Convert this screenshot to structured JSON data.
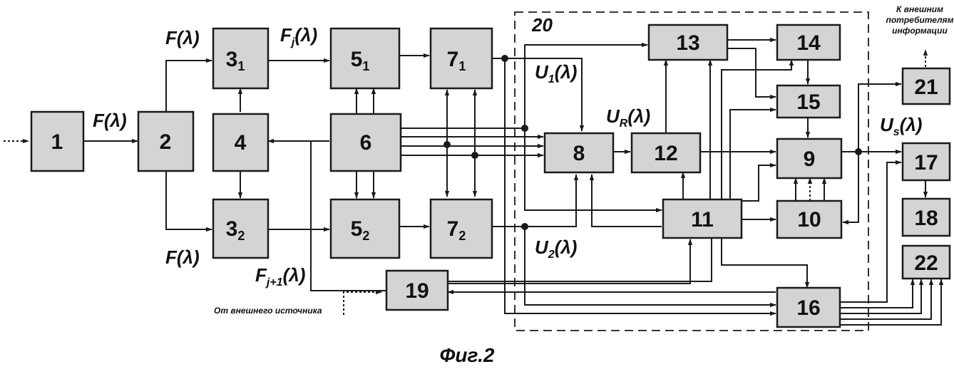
{
  "blocks": {
    "b1": {
      "num": "1"
    },
    "b2": {
      "num": "2"
    },
    "b3_1": {
      "num": "3",
      "sub": "1"
    },
    "b3_2": {
      "num": "3",
      "sub": "2"
    },
    "b4": {
      "num": "4"
    },
    "b5_1": {
      "num": "5",
      "sub": "1"
    },
    "b5_2": {
      "num": "5",
      "sub": "2"
    },
    "b6": {
      "num": "6"
    },
    "b7_1": {
      "num": "7",
      "sub": "1"
    },
    "b7_2": {
      "num": "7",
      "sub": "2"
    },
    "b8": {
      "num": "8"
    },
    "b9": {
      "num": "9"
    },
    "b10": {
      "num": "10"
    },
    "b11": {
      "num": "11"
    },
    "b12": {
      "num": "12"
    },
    "b13": {
      "num": "13"
    },
    "b14": {
      "num": "14"
    },
    "b15": {
      "num": "15"
    },
    "b16": {
      "num": "16"
    },
    "b17": {
      "num": "17"
    },
    "b18": {
      "num": "18"
    },
    "b19": {
      "num": "19"
    },
    "b21": {
      "num": "21"
    },
    "b22": {
      "num": "22"
    }
  },
  "labels": {
    "f_lambda": "F(λ)",
    "fj_base": "F",
    "fj_sub": "j",
    "fj_tail": "(λ)",
    "fj1_sub": "j+1",
    "u1_base": "U",
    "u1_sub": "1",
    "u2_sub": "2",
    "ur_sub": "R",
    "us_sub": "s",
    "lambda_tail": "(λ)",
    "group_20": "20",
    "external_source": "От внешнего источника",
    "consumers_line1": "К внешним",
    "consumers_line2": "потребителям",
    "consumers_line3": "информации"
  },
  "caption": "Фиг.2"
}
